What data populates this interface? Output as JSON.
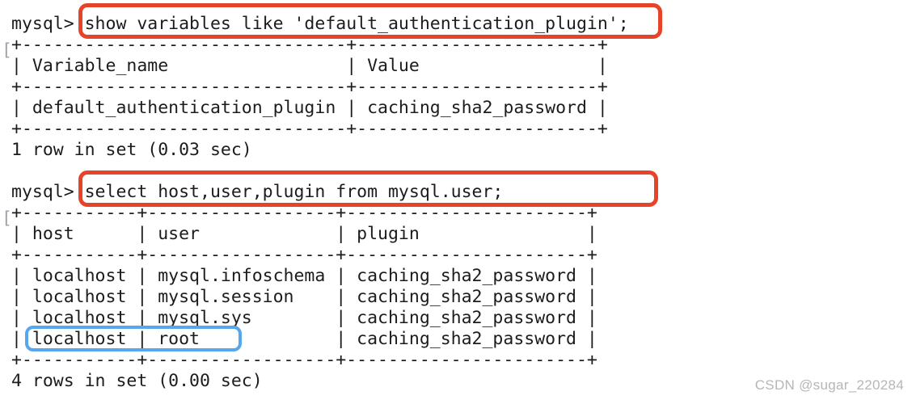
{
  "page": {
    "background_color": "#ffffff",
    "text_color": "#1c1c1e"
  },
  "terminal": {
    "text_color": "#1c1c1e",
    "bracket_color": "#a2a2ae",
    "blocks": [
      {
        "type": "command",
        "prompt": "mysql> ",
        "command": "show variables like 'default_authentication_plugin';",
        "highlight": "red"
      },
      {
        "type": "result_table",
        "bracket_artifact": "[",
        "headers": [
          "Variable_name",
          "Value"
        ],
        "rows": [
          [
            "default_authentication_plugin",
            "caching_sha2_password"
          ]
        ]
      },
      {
        "type": "status",
        "text": "1 row in set (0.03 sec)"
      },
      {
        "type": "spacer"
      },
      {
        "type": "command",
        "prompt": "mysql> ",
        "command": "select host,user,plugin from mysql.user;",
        "highlight": "red"
      },
      {
        "type": "result_table",
        "bracket_artifact": "[",
        "headers": [
          "host",
          "user",
          "plugin"
        ],
        "rows": [
          [
            "localhost",
            "mysql.infoschema",
            "caching_sha2_password"
          ],
          [
            "localhost",
            "mysql.session",
            "caching_sha2_password"
          ],
          [
            "localhost",
            "mysql.sys",
            "caching_sha2_password"
          ],
          [
            "localhost",
            "root",
            "caching_sha2_password"
          ]
        ]
      },
      {
        "type": "status",
        "text": "4 rows in set (0.00 sec)"
      }
    ]
  },
  "annotations": {
    "red_box_color": "#e64428",
    "blue_box_color": "#56a7ee",
    "highlights": [
      {
        "shape": "rounded-rect",
        "color": "#e64428",
        "around": "show variables like 'default_authentication_plugin';"
      },
      {
        "shape": "rounded-rect",
        "color": "#e64428",
        "around": "select host,user,plugin from mysql.user;"
      },
      {
        "shape": "rounded-rect",
        "color": "#56a7ee",
        "around": "localhost | root"
      }
    ]
  },
  "watermark": {
    "text": "CSDN @sugar_220284",
    "color": "#b6b6b6"
  }
}
